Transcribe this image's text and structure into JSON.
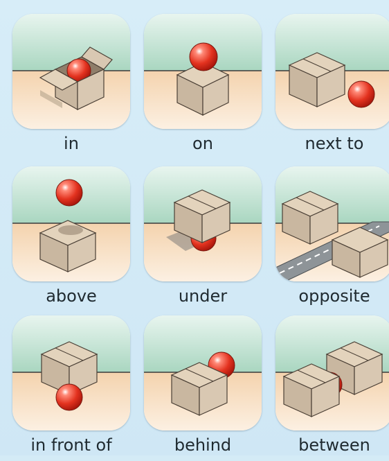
{
  "items": [
    {
      "label": "in"
    },
    {
      "label": "on"
    },
    {
      "label": "next to"
    },
    {
      "label": "above"
    },
    {
      "label": "under"
    },
    {
      "label": "opposite"
    },
    {
      "label": "in front of"
    },
    {
      "label": "behind"
    },
    {
      "label": "between"
    }
  ],
  "colors": {
    "background": "#d4ebf6",
    "wall": "#a9d6c0",
    "floor": "#f6d9b8",
    "box": "#c9b7a0",
    "ball": "#e53b2c",
    "text": "#1f2a30"
  }
}
